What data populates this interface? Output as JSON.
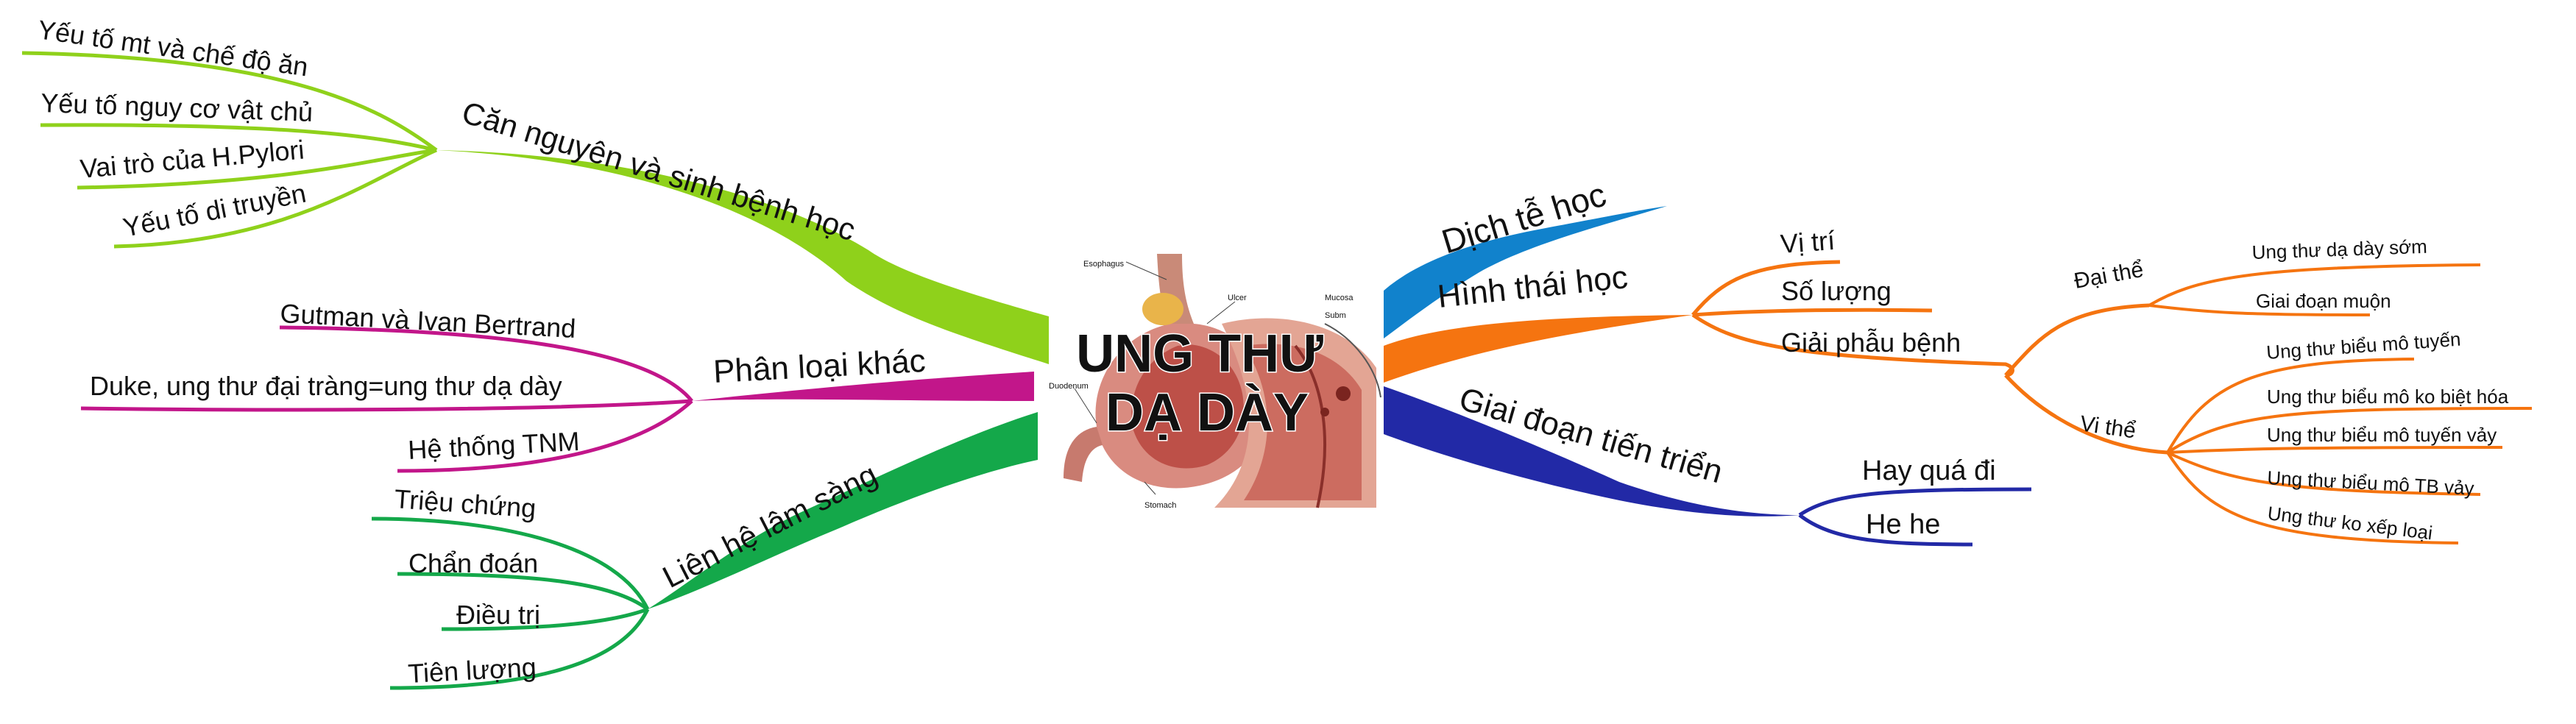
{
  "center": {
    "title_line1": "UNG THƯ",
    "title_line2": "DẠ DÀY",
    "image": "stomach-anatomy-illustration",
    "image_labels": [
      "Esophagus",
      "Ulcer",
      "Mucosa",
      "Subm",
      "Duodenum",
      "Stomach"
    ]
  },
  "colors": {
    "yellowgreen": "#8fd11b",
    "magenta": "#c2168a",
    "green": "#14a84a",
    "blue": "#1182cc",
    "orange": "#f57410",
    "navy": "#2229a6",
    "title_green": "#2e9e5b"
  },
  "branches": {
    "can_nguyen": {
      "label": "Căn nguyên và sinh bệnh học",
      "children": [
        "Yếu tố mt và chế độ ăn",
        "Yếu tố nguy cơ vật chủ",
        "Vai trò của H.Pylori",
        "Yếu tố di truyền"
      ]
    },
    "phan_loai": {
      "label": "Phân loại khác",
      "children": [
        "Gutman và Ivan Bertrand",
        "Duke, ung thư đại tràng=ung thư dạ dày",
        "Hệ thống TNM"
      ]
    },
    "lam_sang": {
      "label": "Liên hệ lâm sàng",
      "children": [
        "Triệu chứng",
        "Chẩn đoán",
        "Điều trị",
        "Tiên lượng"
      ]
    },
    "dich_te": {
      "label": "Dịch tễ học"
    },
    "hinh_thai": {
      "label": "Hình thái học",
      "children": [
        "Vị trí",
        "Số lượng",
        "Giải phẫu bệnh"
      ],
      "giai_phau": {
        "dai_the": {
          "label": "Đại thể",
          "children": [
            "Ung thư dạ dày sớm",
            "Giai đoạn muộn"
          ]
        },
        "vi_the": {
          "label": "Vi thể",
          "children": [
            "Ung thư biểu mô tuyến",
            "Ung thư biểu mô ko biệt hóa",
            "Ung thư biểu mô tuyến vảy",
            "Ung thư biểu mô TB vảy",
            "Ung thư ko xếp loại"
          ]
        }
      }
    },
    "giai_doan": {
      "label": "Giai đoạn tiến triển",
      "children": [
        "Hay quá đi",
        "He he"
      ]
    }
  }
}
